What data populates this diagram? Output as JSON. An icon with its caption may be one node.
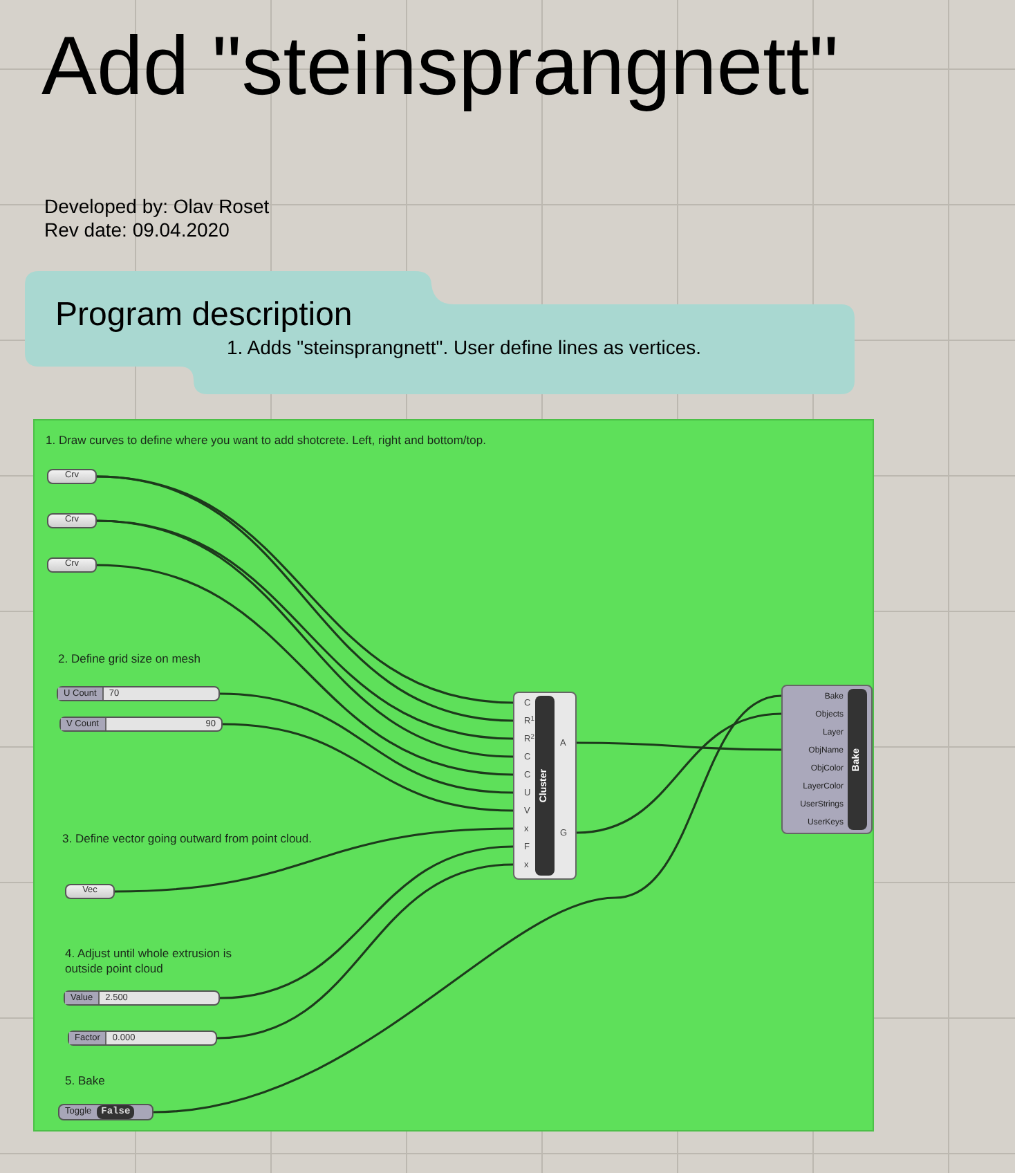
{
  "diagram": {
    "title": "Add \"steinsprangnett\"",
    "nodes": [
      {
        "text": [
          "Program description",
          "1. Adds \"steinsprangnett\". User define lines as vertices."
        ]
      },
      {
        "text": [],
        "shape": "box"
      },
      {
        "text": [
          "Crv"
        ],
        "in": 1
      },
      {
        "text": [
          "Crv"
        ],
        "in": 1
      },
      {
        "text": [
          "Crv"
        ],
        "in": 1
      },
      {
        "text": [
          "U Count",
          "70"
        ],
        "in": 1
      },
      {
        "text": [
          "V Count",
          "90"
        ],
        "in": 1
      },
      {
        "text": [
          "Vec"
        ],
        "in": 1
      },
      {
        "text": [
          "Value",
          "2.500"
        ],
        "in": 1
      },
      {
        "text": [
          "Factor",
          "0.000"
        ],
        "in": 1
      },
      {
        "text": [
          "Toggle",
          "False"
        ],
        "in": 1
      },
      {
        "text": [
          "C",
          "R$^{1}$",
          "R$^{2}$",
          "C",
          "C",
          "U",
          "V",
          "x",
          "F",
          "x",
          "Cluster",
          "A",
          "G"
        ],
        "in": 1
      },
      {
        "text": [
          "Bake",
          "Objects",
          "Layer",
          "ObjName",
          "ObjColor",
          "LayerColor",
          "UserStrings",
          "UserKeys",
          "Bake"
        ],
        "in": 1
      }
    ],
    "edges": [
      {
        "from": 2,
        "to": 11,
        "arrow": "none"
      },
      {
        "from": 2,
        "to": 11,
        "arrow": "none"
      },
      {
        "from": 3,
        "to": 11,
        "arrow": "none"
      },
      {
        "from": 3,
        "to": 11,
        "arrow": "none"
      },
      {
        "from": 4,
        "to": 11,
        "arrow": "none"
      },
      {
        "from": 5,
        "to": 11,
        "arrow": "none"
      },
      {
        "from": 6,
        "to": 11,
        "arrow": "none"
      },
      {
        "from": 7,
        "to": 11,
        "arrow": "none"
      },
      {
        "from": 8,
        "to": 11,
        "arrow": "none"
      },
      {
        "from": 9,
        "to": 11,
        "arrow": "none"
      },
      {
        "from": 10,
        "to": 12,
        "arrow": "none"
      },
      {
        "from": 11,
        "to": 12,
        "arrow": "none"
      },
      {
        "from": 11,
        "to": 12,
        "arrow": "none"
      }
    ],
    "labels": [
      "Developed by: Olav Roset",
      "Rev date: 09.04.2020",
      "1. Draw curves to define where you want to add shotcrete. Left, right and bottom/top.",
      "2. Define grid size on mesh",
      "3. Define vector going outward from point cloud.",
      "4. Adjust until whole extrusion is outside point cloud",
      "5. Bake"
    ]
  }
}
